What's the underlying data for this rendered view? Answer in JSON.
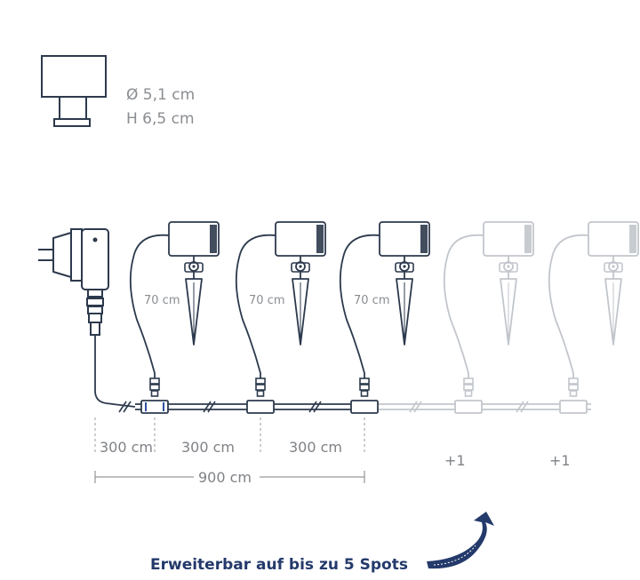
{
  "colors": {
    "line": "#2d3a4d",
    "faded_line": "#c2c6cc",
    "connector_accent": "#2f4fa0",
    "caption": "#243a6b",
    "dim_text": "#8a8d91"
  },
  "dimensions": {
    "diameter": "Ø 5,1 cm",
    "height": "H 6,5 cm"
  },
  "cable_lengths": [
    "70 cm",
    "70 cm",
    "70 cm"
  ],
  "segments": [
    "300 cm",
    "300 cm",
    "300 cm"
  ],
  "total_length": "900 cm",
  "extensions": [
    "+1",
    "+1"
  ],
  "caption": "Erweiterbar auf bis zu 5 Spots",
  "icons": {
    "spot_top_view": "spot-housing-icon",
    "plug": "power-plug-icon",
    "spot": "garden-spot-icon",
    "arrow": "curved-arrow-icon"
  }
}
